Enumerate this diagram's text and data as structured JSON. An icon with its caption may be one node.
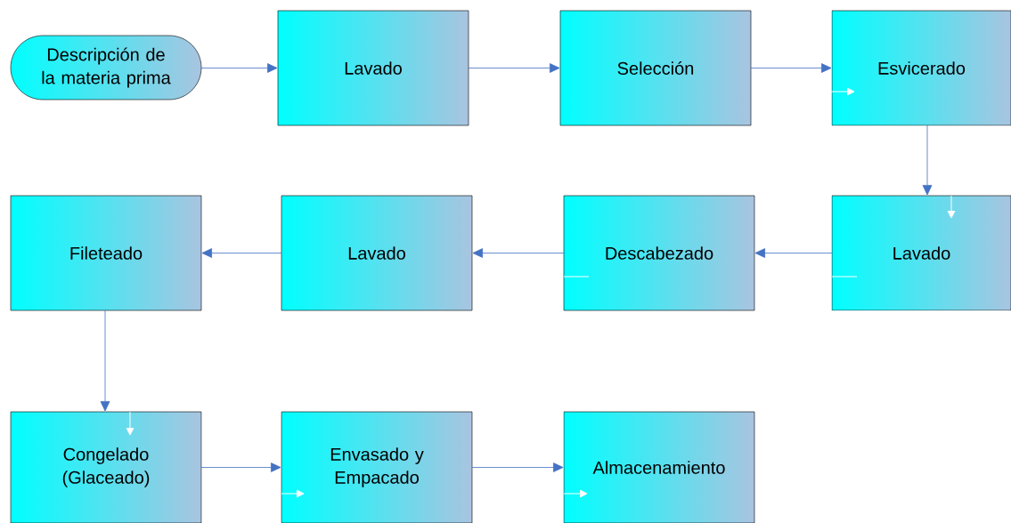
{
  "diagram": {
    "nodes": [
      {
        "text": [
          "Descripción de la materia prima"
        ]
      },
      {
        "text": [
          "Lavado"
        ]
      },
      {
        "text": [
          "Selección"
        ]
      },
      {
        "text": [
          "Esvicerado"
        ]
      },
      {
        "text": [
          "Lavado"
        ]
      },
      {
        "text": [
          "Descabezado"
        ]
      },
      {
        "text": [
          "Lavado"
        ]
      },
      {
        "text": [
          "Fileteado"
        ]
      },
      {
        "text": [
          "Congelado (Glaceado)"
        ]
      },
      {
        "text": [
          "Envasado y Empacado"
        ]
      },
      {
        "text": [
          "Almacenamiento"
        ]
      }
    ],
    "edges": [
      {
        "from": 0,
        "to": 1,
        "arrow": "to"
      },
      {
        "from": 1,
        "to": 2,
        "arrow": "to"
      },
      {
        "from": 2,
        "to": 3,
        "arrow": "to"
      },
      {
        "from": 3,
        "to": 4,
        "arrow": "to"
      },
      {
        "from": 4,
        "to": 5,
        "arrow": "to"
      },
      {
        "from": 5,
        "to": 6,
        "arrow": "to"
      },
      {
        "from": 6,
        "to": 7,
        "arrow": "to"
      },
      {
        "from": 7,
        "to": 8,
        "arrow": "to"
      },
      {
        "from": 8,
        "to": 9,
        "arrow": "to"
      },
      {
        "from": 9,
        "to": 10,
        "arrow": "to"
      }
    ]
  }
}
